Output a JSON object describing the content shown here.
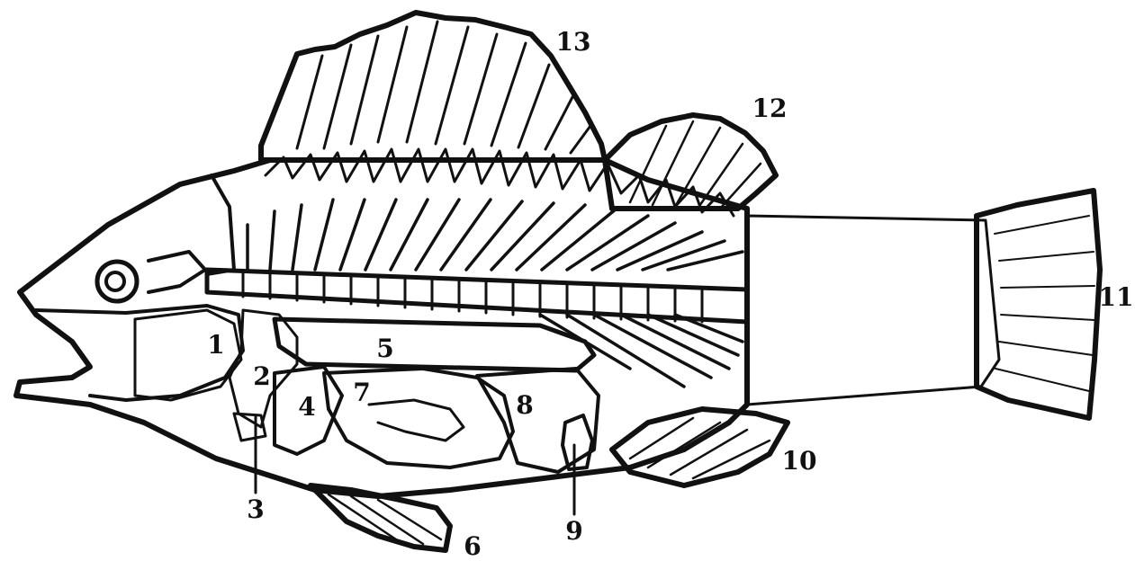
{
  "labels": [
    {
      "id": "label-1",
      "text": "1"
    },
    {
      "id": "label-2",
      "text": "2"
    },
    {
      "id": "label-3",
      "text": "3"
    },
    {
      "id": "label-4",
      "text": "4"
    },
    {
      "id": "label-5",
      "text": "5"
    },
    {
      "id": "label-6",
      "text": "6"
    },
    {
      "id": "label-7",
      "text": "7"
    },
    {
      "id": "label-8",
      "text": "8"
    },
    {
      "id": "label-9",
      "text": "9"
    },
    {
      "id": "label-10",
      "text": "10"
    },
    {
      "id": "label-11",
      "text": "11"
    },
    {
      "id": "label-12",
      "text": "12"
    },
    {
      "id": "label-13",
      "text": "13"
    }
  ],
  "colors": {
    "ink": "#111111",
    "background": "#ffffff"
  }
}
